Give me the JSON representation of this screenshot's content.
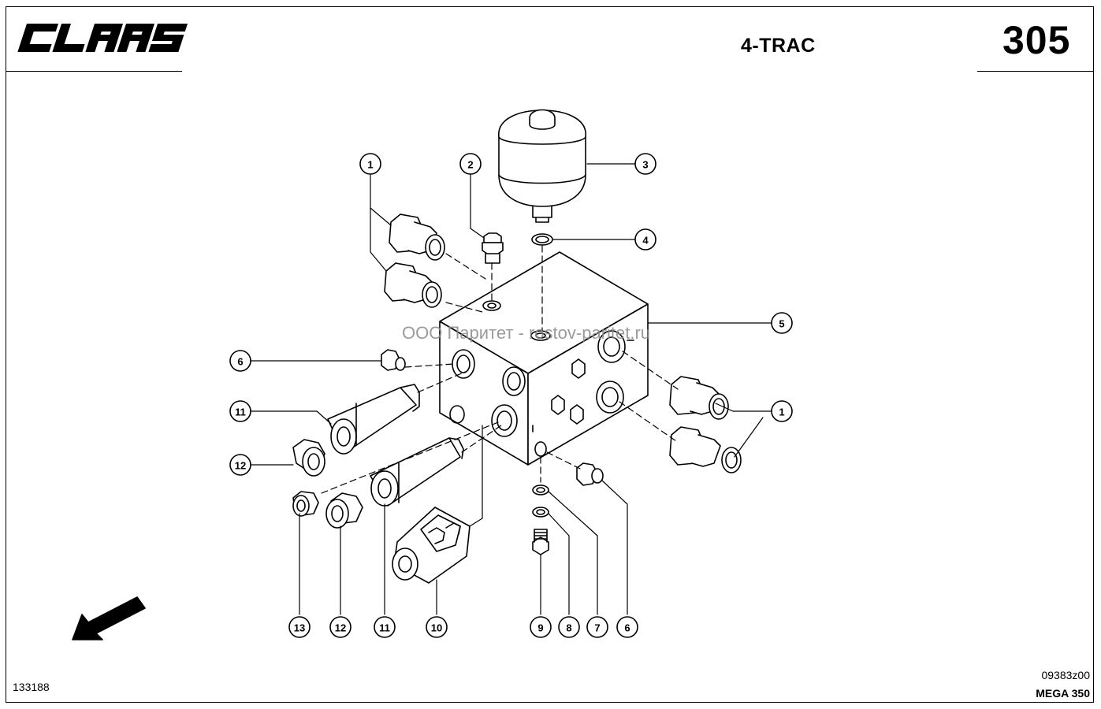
{
  "header": {
    "brand_logo": "CLAAS",
    "title": "4-TRAC",
    "page_number": "305"
  },
  "footer": {
    "document_id": "133188",
    "drawing_code": "09383z00",
    "model": "MEGA 350"
  },
  "watermark": "ООО Паритет - rostov-paritet.ru",
  "callouts": [
    {
      "id": "c1a",
      "label": "1"
    },
    {
      "id": "c2",
      "label": "2"
    },
    {
      "id": "c3",
      "label": "3"
    },
    {
      "id": "c4",
      "label": "4"
    },
    {
      "id": "c5",
      "label": "5"
    },
    {
      "id": "c6a",
      "label": "6"
    },
    {
      "id": "c11a",
      "label": "11"
    },
    {
      "id": "c12a",
      "label": "12"
    },
    {
      "id": "c1b",
      "label": "1"
    },
    {
      "id": "c13",
      "label": "13"
    },
    {
      "id": "c12b",
      "label": "12"
    },
    {
      "id": "c11b",
      "label": "11"
    },
    {
      "id": "c10",
      "label": "10"
    },
    {
      "id": "c9",
      "label": "9"
    },
    {
      "id": "c8",
      "label": "8"
    },
    {
      "id": "c7",
      "label": "7"
    },
    {
      "id": "c6b",
      "label": "6"
    }
  ]
}
